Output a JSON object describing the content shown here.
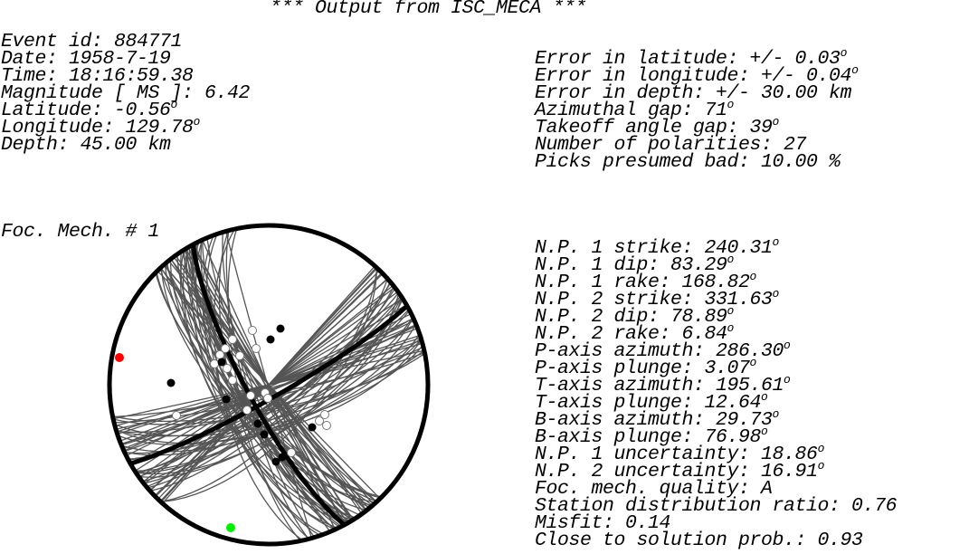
{
  "title": "*** Output from ISC_MECA ***",
  "event": {
    "event_id": "Event id: 884771",
    "date": "Date: 1958-7-19",
    "time": "Time: 18:16:59.38",
    "magnitude": "Magnitude [ MS ]: 6.42",
    "latitude": "Latitude: -0.56",
    "longitude": "Longitude: 129.78",
    "depth": "Depth: 45.00 km"
  },
  "errors": {
    "err_lat": "Error in latitude: +/- 0.03",
    "err_lon": "Error in longitude: +/- 0.04",
    "err_depth": "Error in depth: +/- 30.00 km",
    "az_gap": "Azimuthal gap: 71",
    "takeoff_gap": "Takeoff angle gap: 39",
    "num_pol": "Number of polarities: 27",
    "bad_picks": "Picks presumed bad: 10.00 %"
  },
  "degree_symbol": "o",
  "mech_label": "Foc. Mech. # 1",
  "solution": {
    "np1_strike": "N.P. 1 strike: 240.31",
    "np1_dip": "N.P. 1 dip: 83.29",
    "np1_rake": "N.P. 1 rake: 168.82",
    "np2_strike": "N.P. 2 strike: 331.63",
    "np2_dip": "N.P. 2 dip: 78.89",
    "np2_rake": "N.P. 2 rake: 6.84",
    "p_az": "P-axis azimuth: 286.30",
    "p_pl": "P-axis plunge: 3.07",
    "t_az": "T-axis azimuth: 195.61",
    "t_pl": "T-axis plunge: 12.64",
    "b_az": "B-axis azimuth: 29.73",
    "b_pl": "B-axis plunge: 76.98",
    "np1_unc": "N.P. 1 uncertainty: 18.86",
    "np2_unc": "N.P. 2 uncertainty: 16.91",
    "quality": "Foc. mech. quality: A",
    "sdr": "Station distribution ratio: 0.76",
    "misfit": "Misfit: 0.14",
    "prob": "Close to solution prob.: 0.93"
  },
  "colors": {
    "background": "#ffffff",
    "outline": "#000000",
    "alt_planes": "#555555",
    "compression": "#000000",
    "dilatation": "#ffffff",
    "p_axis": "#ff0000",
    "t_axis": "#00ee00"
  },
  "polarities": {
    "compressional": [
      [
        -52,
        -25
      ],
      [
        13,
        -62
      ],
      [
        2,
        -50
      ],
      [
        -47,
        16
      ],
      [
        -108,
        -2
      ],
      [
        -12,
        43
      ],
      [
        -5,
        55
      ],
      [
        48,
        47
      ],
      [
        8,
        85
      ],
      [
        15,
        80
      ]
    ],
    "dilatational": [
      [
        -40,
        -50
      ],
      [
        -18,
        -60
      ],
      [
        -32,
        -32
      ],
      [
        -48,
        -40
      ],
      [
        -46,
        -18
      ],
      [
        -60,
        -23
      ],
      [
        -54,
        -33
      ],
      [
        -40,
        -5
      ],
      [
        -14,
        -40
      ],
      [
        -20,
        12
      ],
      [
        -4,
        9
      ],
      [
        -1,
        15
      ],
      [
        -102,
        34
      ],
      [
        -24,
        28
      ],
      [
        62,
        33
      ],
      [
        64,
        45
      ],
      [
        56,
        40
      ],
      [
        25,
        75
      ]
    ]
  },
  "axes": {
    "p_axis": [
      -165,
      -30
    ],
    "t_axis": [
      -42,
      158
    ]
  }
}
